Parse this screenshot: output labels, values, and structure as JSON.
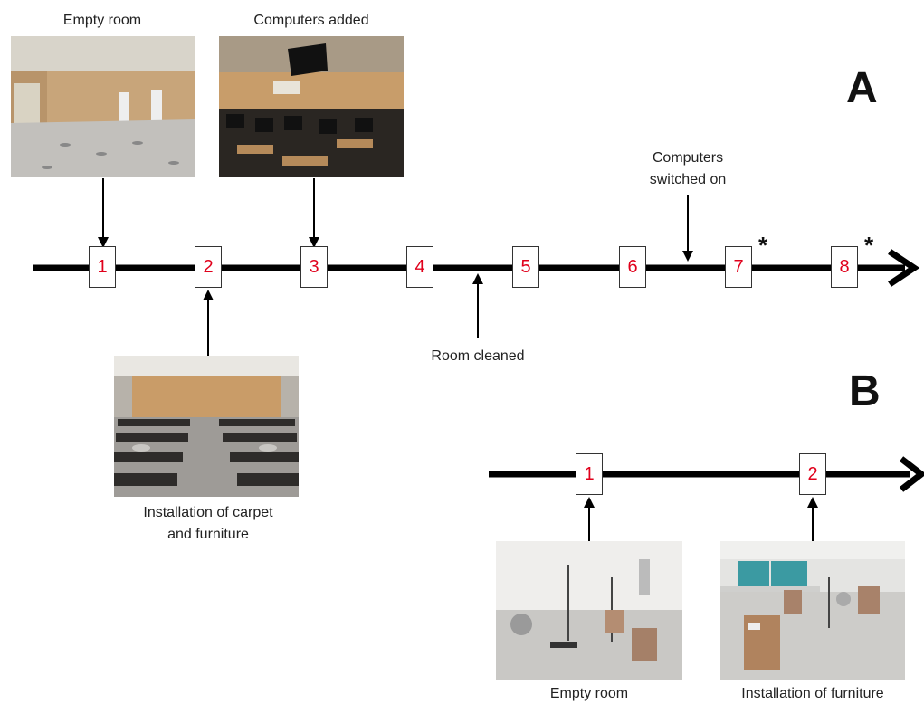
{
  "panel_a": {
    "letter": "A",
    "steps": [
      "1",
      "2",
      "3",
      "4",
      "5",
      "6",
      "7",
      "8"
    ],
    "label_empty_room": "Empty room",
    "label_computers_added": "Computers added",
    "label_computers_switched_on_line1": "Computers",
    "label_computers_switched_on_line2": "switched on",
    "label_room_cleaned": "Room cleaned",
    "label_installation_line1": "Installation of carpet",
    "label_installation_line2": "and furniture",
    "asterisk": "*"
  },
  "panel_b": {
    "letter": "B",
    "steps": [
      "1",
      "2"
    ],
    "label_empty_room": "Empty room",
    "label_installation": "Installation of furniture"
  },
  "colors": {
    "step_number": "#e0001b",
    "line": "#000000"
  }
}
